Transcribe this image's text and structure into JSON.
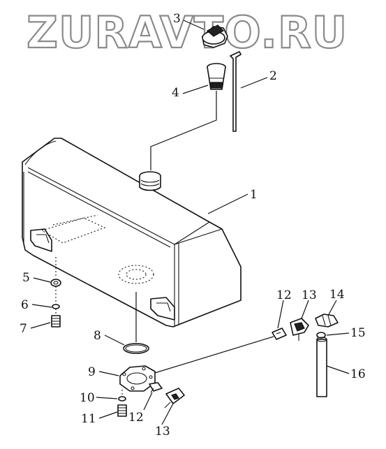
{
  "watermark": "ZURAVTO.RU",
  "callouts": {
    "tank": "1",
    "gauge_rod": "2",
    "cap": "3",
    "strainer": "4",
    "washer_5": "5",
    "washer_6": "6",
    "bolt_7": "7",
    "o_ring": "8",
    "cover": "9",
    "washer_10": "10",
    "bolt_11": "11",
    "connector_lower": "12",
    "elbow_lower": "13",
    "connector_upper": "12",
    "elbow_upper": "13",
    "connector_14": "14",
    "clamp": "15",
    "hose": "16"
  }
}
